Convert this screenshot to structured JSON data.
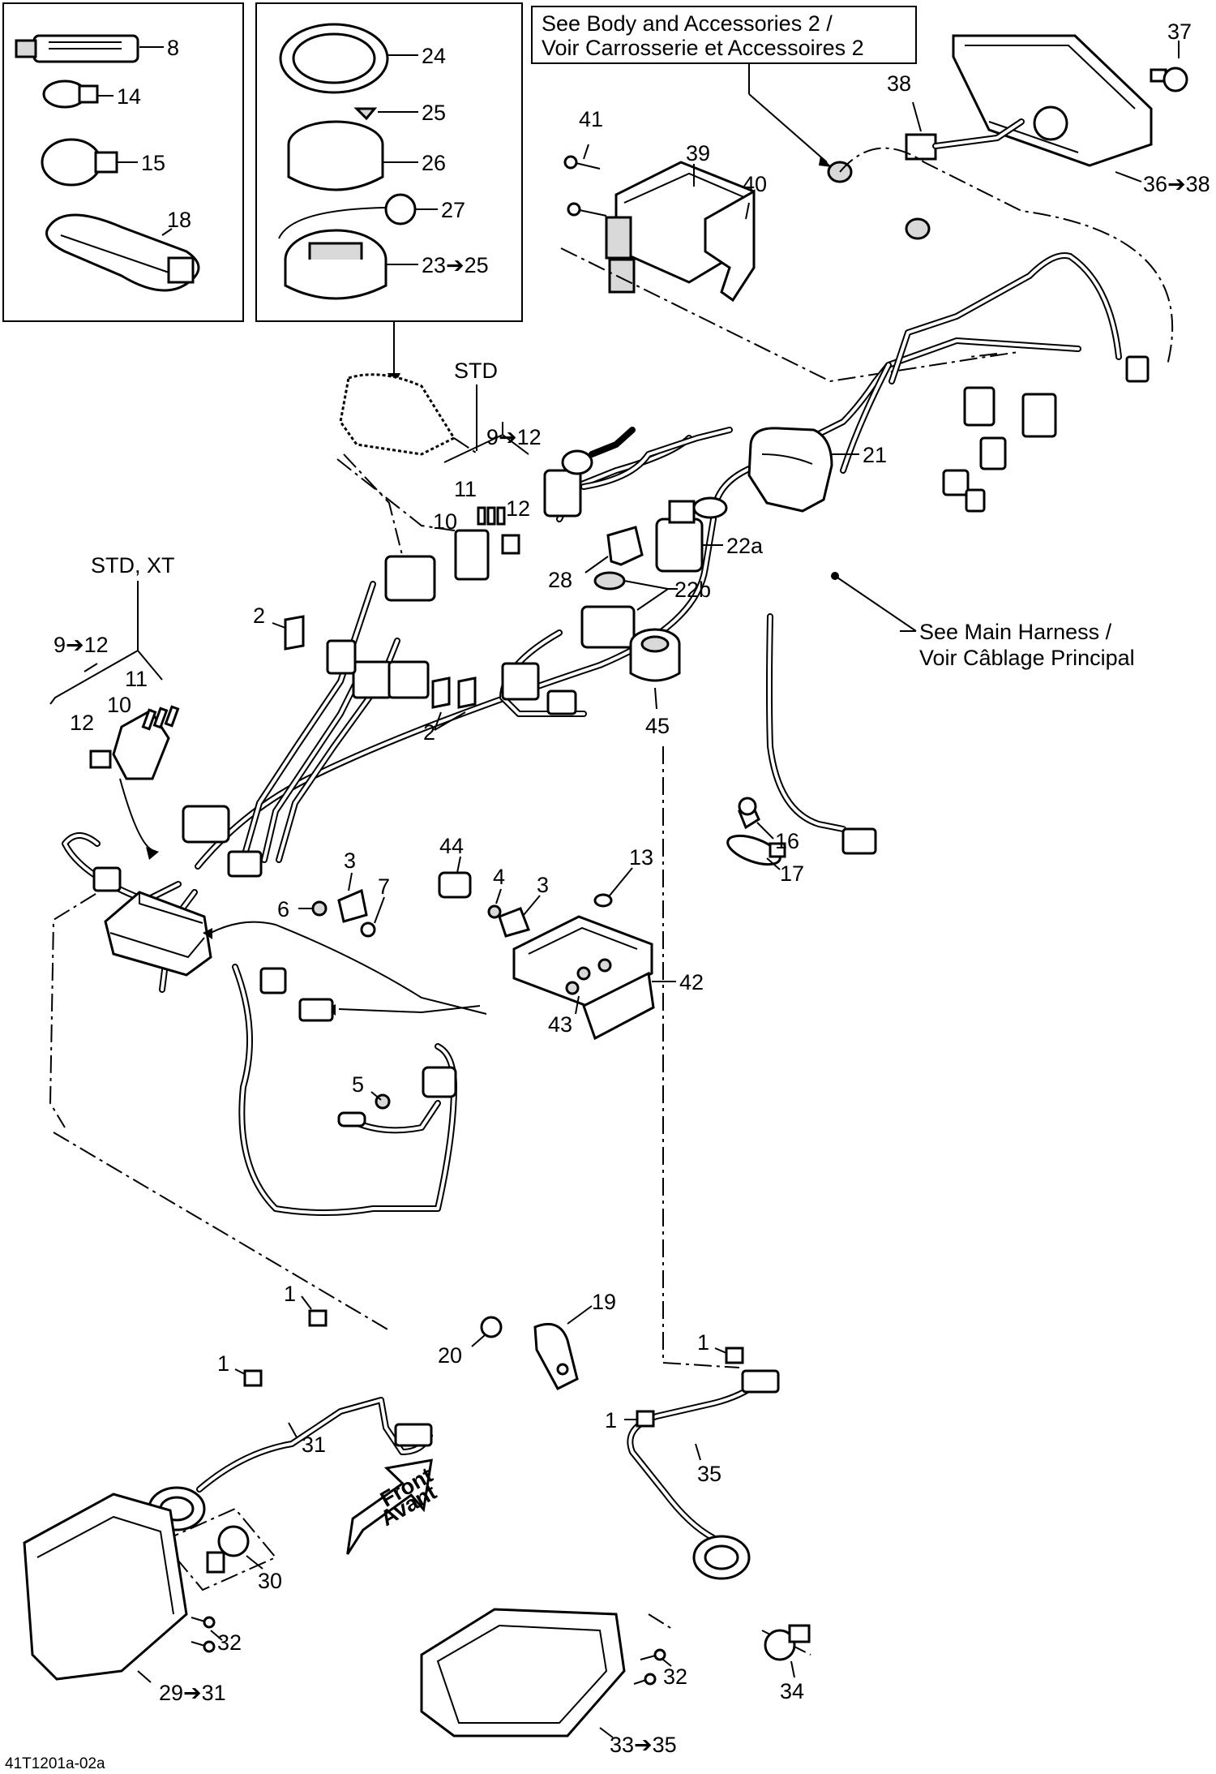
{
  "notes": {
    "body_accessories_line1": "See Body and Accessories 2 /",
    "body_accessories_line2": "Voir Carrosserie et Accessoires 2",
    "main_harness_line1": "See Main Harness /",
    "main_harness_line2": "Voir Câblage Principal",
    "std": "STD",
    "std_xt": "STD, XT",
    "front_line1": "Front",
    "front_line2": "Avant"
  },
  "drawing_code": "41T1201a-02a",
  "callouts": {
    "c8": "8",
    "c14": "14",
    "c15": "15",
    "c18": "18",
    "c24": "24",
    "c25": "25",
    "c26": "26",
    "c27": "27",
    "c23_25": "23➔25",
    "c37": "37",
    "c38": "38",
    "c36_38": "36➔38",
    "c41": "41",
    "c39": "39",
    "c40": "40",
    "c9_12_std": "9➔12",
    "c11_std": "11",
    "c10_std": "10",
    "c12_std": "12",
    "c21": "21",
    "c22a": "22a",
    "c28": "28",
    "c22b": "22b",
    "c45": "45",
    "c2_left": "2",
    "c2_right": "2",
    "c9_12_xt": "9➔12",
    "c11_xt": "11",
    "c10_xt": "10",
    "c12_xt": "12",
    "c16": "16",
    "c17": "17",
    "c3_left": "3",
    "c6": "6",
    "c7": "7",
    "c44": "44",
    "c4": "4",
    "c3_right": "3",
    "c13": "13",
    "c42": "42",
    "c43": "43",
    "c5": "5",
    "c19": "19",
    "c20": "20",
    "c1_a": "1",
    "c1_b": "1",
    "c31": "31",
    "c30": "30",
    "c32_left": "32",
    "c29_31": "29➔31",
    "c1_c": "1",
    "c1_d": "1",
    "c35": "35",
    "c32_right": "32",
    "c34": "34",
    "c33_35": "33➔35"
  }
}
